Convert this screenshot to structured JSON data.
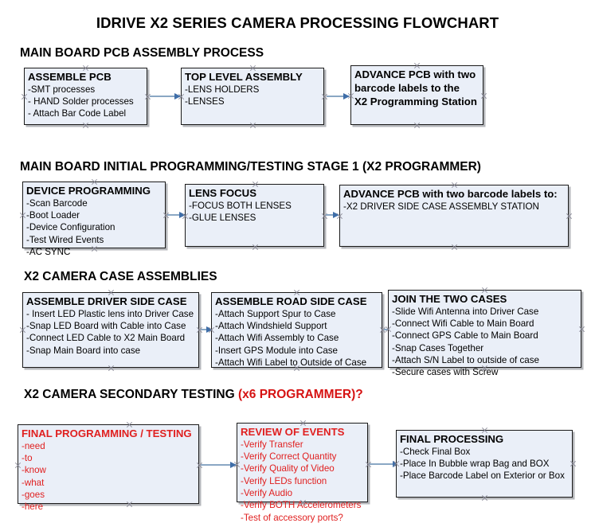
{
  "title": "IDRIVE X2  SERIES CAMERA PROCESSING FLOWCHART",
  "colors": {
    "node_fill": "#eaeff8",
    "node_border": "#1a1a1a",
    "connector": "#8aa7c4",
    "arrow": "#3f6ea8",
    "accent_red": "#e02020",
    "header_red": "#d61212",
    "text": "#000000"
  },
  "sections": [
    {
      "id": "main-board-pcb-assembly-process",
      "header": "MAIN BOARD PCB ASSEMBLY PROCESS",
      "header_accent": ""
    },
    {
      "id": "main-board-initial-programming",
      "header": "MAIN BOARD INITIAL PROGRAMMING/TESTING STAGE 1 (X2 PROGRAMMER)",
      "header_accent": ""
    },
    {
      "id": "x2-camera-case-assemblies",
      "header": "X2 CAMERA CASE ASSEMBLIES",
      "header_accent": ""
    },
    {
      "id": "x2-camera-secondary-testing",
      "header": "X2 CAMERA SECONDARY TESTING ",
      "header_accent": "(x6 PROGRAMMER)?"
    }
  ],
  "nodes": [
    {
      "id": "assemble-pcb",
      "title": "ASSEMBLE PCB",
      "lines": [
        "-SMT processes",
        "- HAND Solder processes",
        "- Attach Bar Code Label"
      ]
    },
    {
      "id": "top-level-assembly",
      "title": "TOP LEVEL ASSEMBLY",
      "lines": [
        "-LENS HOLDERS",
        "-LENSES"
      ]
    },
    {
      "id": "advance-pcb-to-programming-station",
      "title": "ADVANCE PCB with two",
      "lines": [
        "barcode labels to the",
        " X2 Programming Station"
      ]
    },
    {
      "id": "device-programming",
      "title": "DEVICE PROGRAMMING",
      "lines": [
        "-Scan Barcode",
        "-Boot Loader",
        "-Device Configuration",
        "-Test Wired Events",
        "-AC SYNC"
      ]
    },
    {
      "id": "lens-focus",
      "title": "LENS FOCUS",
      "lines": [
        "-FOCUS BOTH LENSES",
        "-GLUE LENSES"
      ]
    },
    {
      "id": "advance-pcb-to-driver-side-case",
      "title": "ADVANCE PCB with two barcode labels to:",
      "lines": [
        "-X2 DRIVER  SIDE  CASE  ASSEMBLY STATION"
      ]
    },
    {
      "id": "assemble-driver-side-case",
      "title": "ASSEMBLE DRIVER SIDE CASE",
      "lines": [
        "- Insert LED Plastic lens into Driver Case",
        "-Snap LED Board with Cable into Case",
        "-Connect LED Cable to X2 Main Board",
        "-Snap Main Board into case"
      ]
    },
    {
      "id": "assemble-road-side-case",
      "title": "ASSEMBLE ROAD SIDE CASE",
      "lines": [
        "-Attach Support Spur to Case",
        "-Attach Windshield Support",
        "-Attach Wifi Assembly to Case",
        "-Insert GPS Module into Case",
        "-Attach Wifi Label to Outside of Case"
      ]
    },
    {
      "id": "join-the-two-cases",
      "title": "JOIN THE TWO CASES",
      "lines": [
        "-Slide Wifi Antenna into Driver Case",
        "-Connect Wifi Cable to Main Board",
        "-Connect GPS Cable to Main Board",
        "-Snap Cases Together",
        "-Attach S/N Label to outside of case",
        "-Secure cases with Screw"
      ]
    },
    {
      "id": "final-programming-testing",
      "title": "FINAL PROGRAMMING / TESTING",
      "lines": [
        "-need",
        "-to",
        "-know",
        "-what",
        "-goes",
        "-here"
      ]
    },
    {
      "id": "review-of-events",
      "title": "REVIEW OF EVENTS",
      "lines": [
        "-Verify Transfer",
        "-Verify Correct Quantity",
        "-Verify Quality of Video",
        "-Verify LEDs function",
        "-Verify Audio",
        "-Verify BOTH Accelerometers",
        "-Test of accessory ports?"
      ]
    },
    {
      "id": "final-processing",
      "title": "FINAL PROCESSING",
      "lines": [
        " -Check Final Box",
        "-Place In Bubble wrap Bag and BOX",
        "-Place Barcode Label on Exterior or Box"
      ]
    }
  ]
}
